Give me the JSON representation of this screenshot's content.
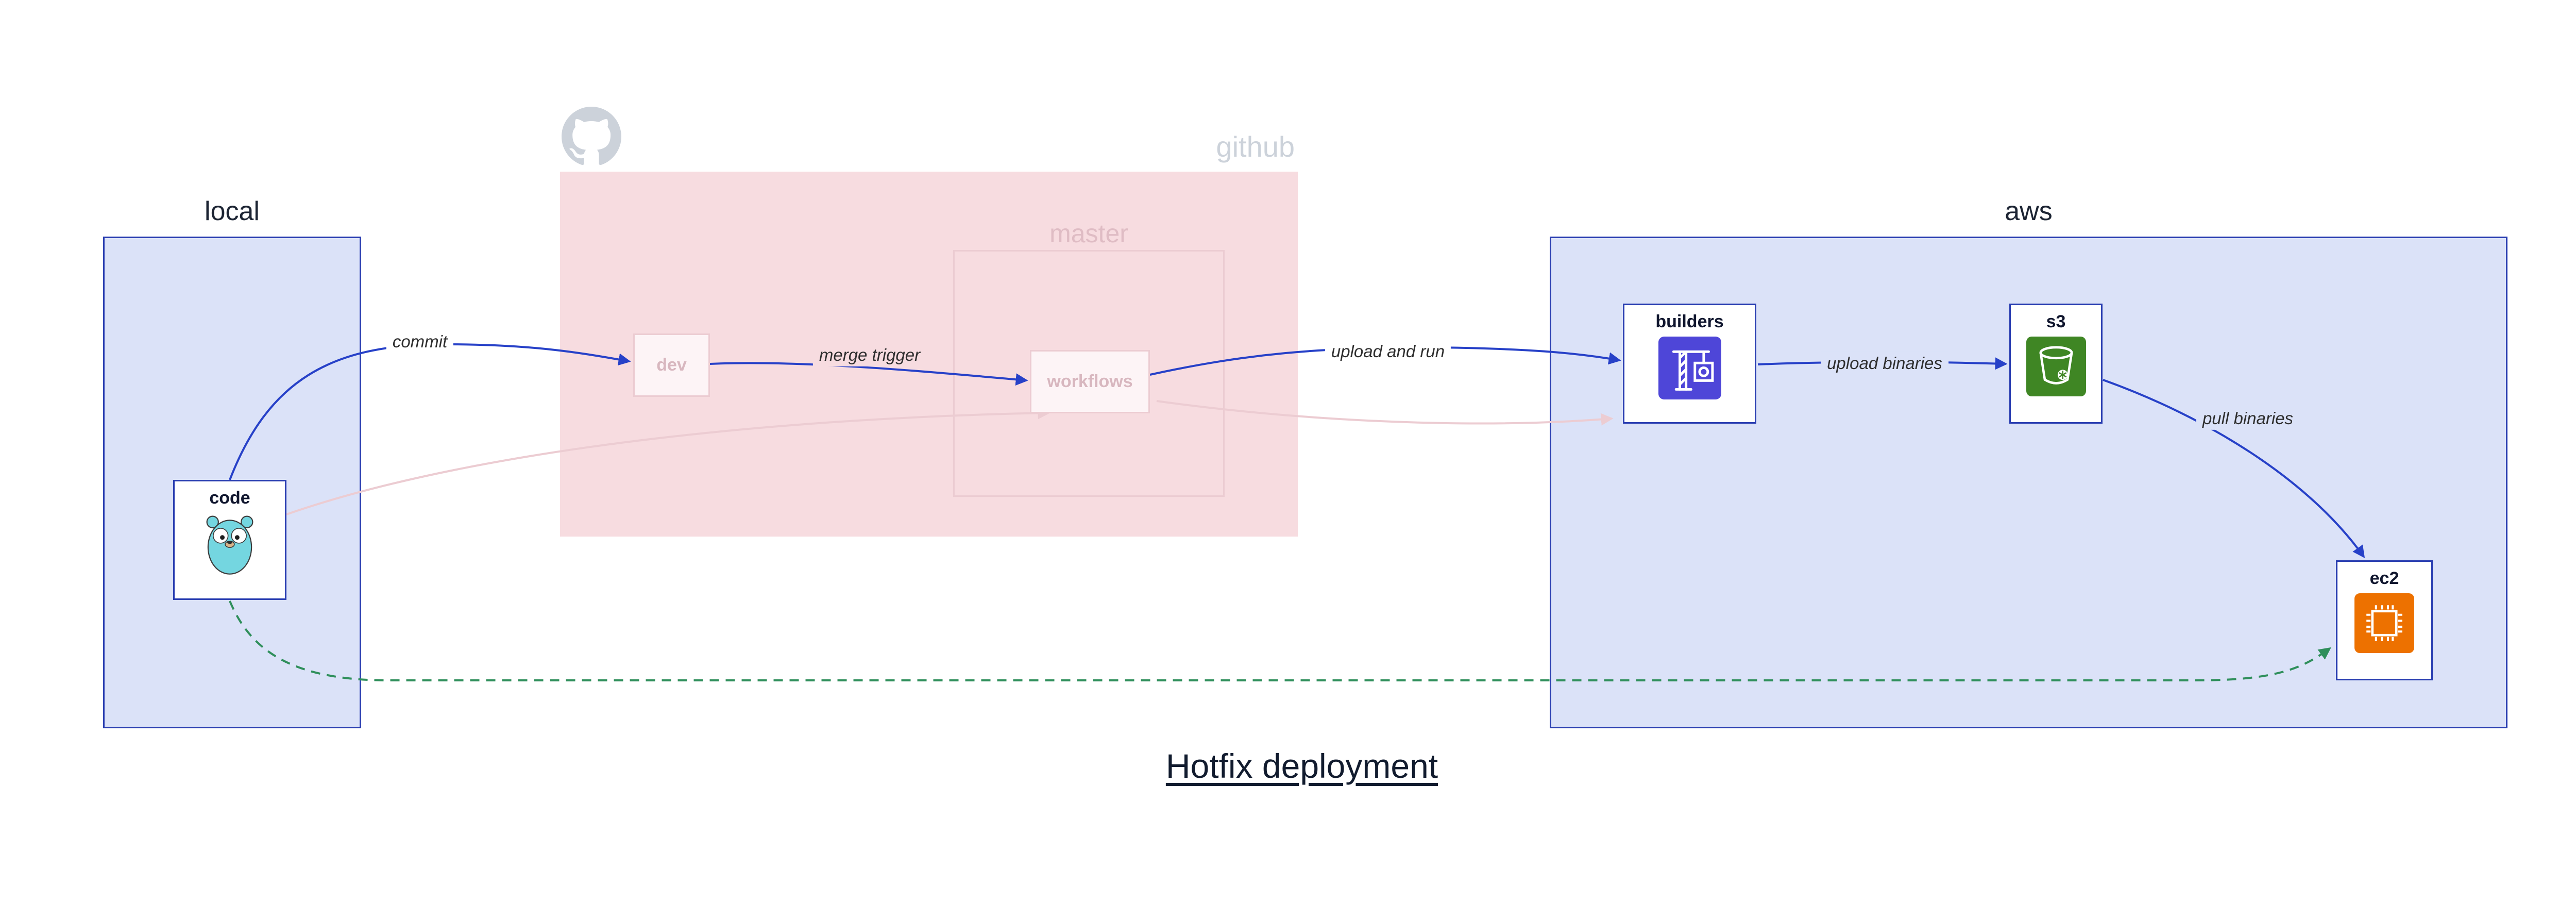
{
  "title": "Hotfix deployment",
  "containers": {
    "local": {
      "label": "local"
    },
    "github": {
      "label": "github"
    },
    "master": {
      "label": "master"
    },
    "aws": {
      "label": "aws"
    }
  },
  "nodes": {
    "code": {
      "label": "code",
      "icon": "go-gopher-icon"
    },
    "dev": {
      "label": "dev"
    },
    "workflows": {
      "label": "workflows"
    },
    "builders": {
      "label": "builders",
      "icon": "codebuild-crane-icon"
    },
    "s3": {
      "label": "s3",
      "icon": "s3-bucket-icon"
    },
    "ec2": {
      "label": "ec2",
      "icon": "ec2-chip-icon"
    }
  },
  "edges": {
    "commit": {
      "label": "commit"
    },
    "merge_trigger": {
      "label": "merge trigger"
    },
    "upload_and_run": {
      "label": "upload and run"
    },
    "upload_binaries": {
      "label": "upload binaries"
    },
    "pull_binaries": {
      "label": "pull binaries"
    }
  },
  "colors": {
    "container_fill": "#dbe2f8",
    "container_border": "#2a3eb1",
    "github_fill": "#f7dce0",
    "faded_pink": "#ecccd2",
    "edge_blue": "#2741c8",
    "edge_green": "#2f8f5b",
    "builders_icon": "#4e46d8",
    "s3_icon": "#3f8624",
    "ec2_icon": "#ed7100",
    "gopher_teal": "#74d6e0",
    "github_logo_gray": "#ccd2da"
  }
}
